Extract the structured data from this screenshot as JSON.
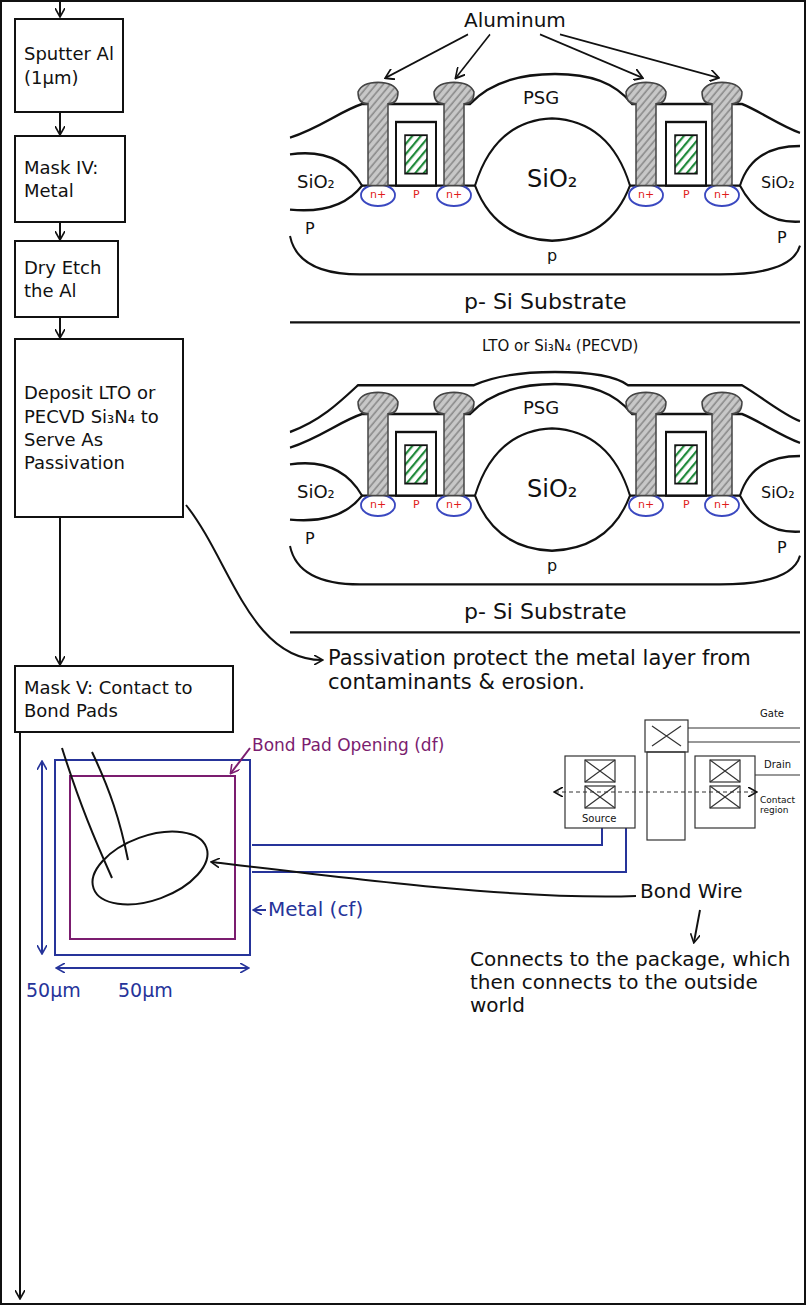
{
  "diagram": {
    "nodes": [
      {
        "text": [
          "Sputter Al (1μm)"
        ]
      },
      {
        "text": [
          "Mask IV: Metal"
        ]
      },
      {
        "text": [
          "Dry Etch the Al"
        ]
      },
      {
        "text": [
          "Deposit LTO or PECVD Si₃N₄ to Serve As Passivation"
        ]
      },
      {
        "text": [
          "Mask V: Contact to Bond Pads"
        ]
      }
    ],
    "edges": [
      {
        "from": 0,
        "to": 1,
        "arrow": "to"
      },
      {
        "from": 1,
        "to": 2,
        "arrow": "to"
      },
      {
        "from": 2,
        "to": 3,
        "arrow": "to"
      },
      {
        "from": 3,
        "to": 4,
        "arrow": "to"
      }
    ],
    "labels": [
      "Aluminum",
      "PSG",
      "SiO₂",
      "SiO₂",
      "SiO₂",
      "P",
      "p",
      "P",
      "n+",
      "P",
      "n+",
      "n+",
      "P",
      "n+",
      "p- Si Substrate",
      "LTO or Si₃N₄ (PECVD)",
      "PSG",
      "SiO₂",
      "SiO₂",
      "SiO₂",
      "P",
      "p",
      "P",
      "n+",
      "P",
      "n+",
      "n+",
      "P",
      "n+",
      "p- Si Substrate",
      "Passivation protect the metal layer from contaminants & erosion.",
      "Bond Pad Opening (df)",
      "Gate",
      "Drain",
      "Source",
      "Contact region",
      "Metal (cf)",
      "Bond Wire",
      "50μm",
      "50μm",
      "Connects to the package, which then connects to the outside world"
    ]
  }
}
